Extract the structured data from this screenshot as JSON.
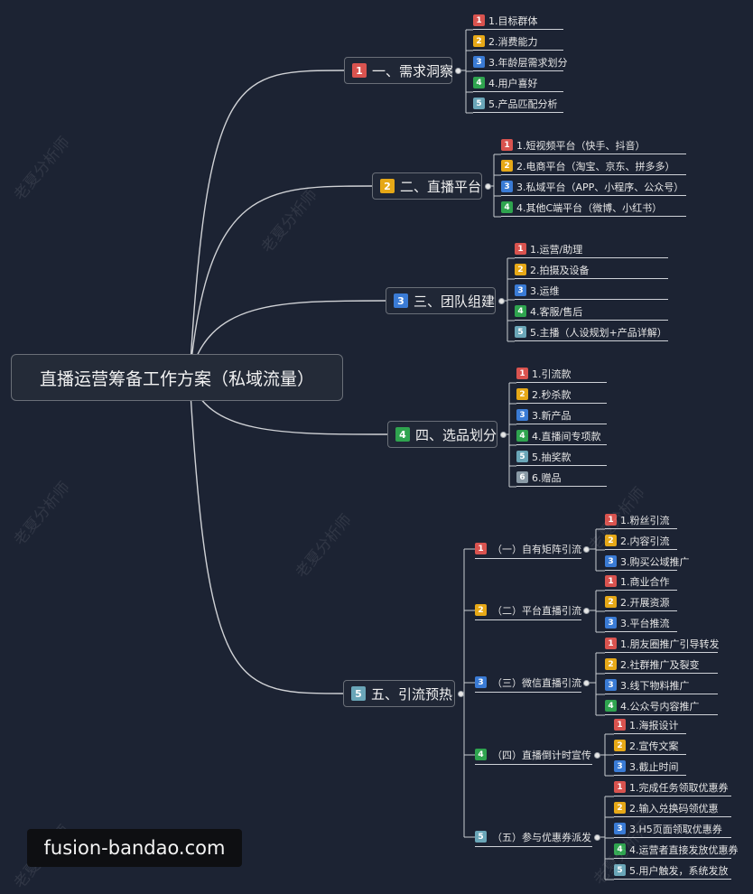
{
  "colors": {
    "red": "#d9534f",
    "yellow": "#e6a817",
    "blue": "#3a7bd5",
    "green": "#2fa44f",
    "teal": "#6aa6b8",
    "gray": "#8a9aa6"
  },
  "root": {
    "label": "直播运营筹备工作方案（私域流量）"
  },
  "branches": [
    {
      "badge": "1",
      "label": "一、需求洞察",
      "items": [
        {
          "badge": "1",
          "label": "1.目标群体"
        },
        {
          "badge": "2",
          "label": "2.消费能力"
        },
        {
          "badge": "3",
          "label": "3.年龄层需求划分"
        },
        {
          "badge": "4",
          "label": "4.用户喜好"
        },
        {
          "badge": "5",
          "label": "5.产品匹配分析"
        }
      ]
    },
    {
      "badge": "2",
      "label": "二、直播平台",
      "items": [
        {
          "badge": "1",
          "label": "1.短视频平台（快手、抖音）"
        },
        {
          "badge": "2",
          "label": "2.电商平台（淘宝、京东、拼多多）"
        },
        {
          "badge": "3",
          "label": "3.私域平台（APP、小程序、公众号）"
        },
        {
          "badge": "4",
          "label": "4.其他C端平台（微博、小红书）"
        }
      ]
    },
    {
      "badge": "3",
      "label": "三、团队组建",
      "items": [
        {
          "badge": "1",
          "label": "1.运营/助理"
        },
        {
          "badge": "2",
          "label": "2.拍摄及设备"
        },
        {
          "badge": "3",
          "label": "3.运维"
        },
        {
          "badge": "4",
          "label": "4.客服/售后"
        },
        {
          "badge": "5",
          "label": "5.主播（人设规划+产品详解）"
        }
      ]
    },
    {
      "badge": "4",
      "label": "四、选品划分",
      "items": [
        {
          "badge": "1",
          "label": "1.引流款"
        },
        {
          "badge": "2",
          "label": "2.秒杀款"
        },
        {
          "badge": "3",
          "label": "3.新产品"
        },
        {
          "badge": "4",
          "label": "4.直播间专项款"
        },
        {
          "badge": "5",
          "label": "5.抽奖款"
        },
        {
          "badge": "6",
          "label": "6.赠品"
        }
      ]
    },
    {
      "badge": "5",
      "label": "五、引流预热",
      "subs": [
        {
          "badge": "1",
          "label": "（一）自有矩阵引流",
          "items": [
            {
              "badge": "1",
              "label": "1.粉丝引流"
            },
            {
              "badge": "2",
              "label": "2.内容引流"
            },
            {
              "badge": "3",
              "label": "3.购买公域推广"
            }
          ]
        },
        {
          "badge": "2",
          "label": "（二）平台直播引流",
          "items": [
            {
              "badge": "1",
              "label": "1.商业合作"
            },
            {
              "badge": "2",
              "label": "2.开展资源"
            },
            {
              "badge": "3",
              "label": "3.平台推流"
            }
          ]
        },
        {
          "badge": "3",
          "label": "（三）微信直播引流",
          "items": [
            {
              "badge": "1",
              "label": "1.朋友圈推广引导转发"
            },
            {
              "badge": "2",
              "label": "2.社群推广及裂变"
            },
            {
              "badge": "3",
              "label": "3.线下物料推广"
            },
            {
              "badge": "4",
              "label": "4.公众号内容推广"
            }
          ]
        },
        {
          "badge": "4",
          "label": "（四）直播倒计时宣传",
          "items": [
            {
              "badge": "1",
              "label": "1.海报设计"
            },
            {
              "badge": "2",
              "label": "2.宣传文案"
            },
            {
              "badge": "3",
              "label": "3.截止时间"
            }
          ]
        },
        {
          "badge": "5",
          "label": "（五）参与优惠券派发",
          "items": [
            {
              "badge": "1",
              "label": "1.完成任务领取优惠券"
            },
            {
              "badge": "2",
              "label": "2.输入兑换码领优惠"
            },
            {
              "badge": "3",
              "label": "3.H5页面领取优惠券"
            },
            {
              "badge": "4",
              "label": "4.运营者直接发放优惠券"
            },
            {
              "badge": "5",
              "label": "5.用户触发，系统发放"
            }
          ]
        }
      ]
    }
  ],
  "watermark": "老夏分析师",
  "footer": {
    "brand": "fusion-bandao.com"
  }
}
